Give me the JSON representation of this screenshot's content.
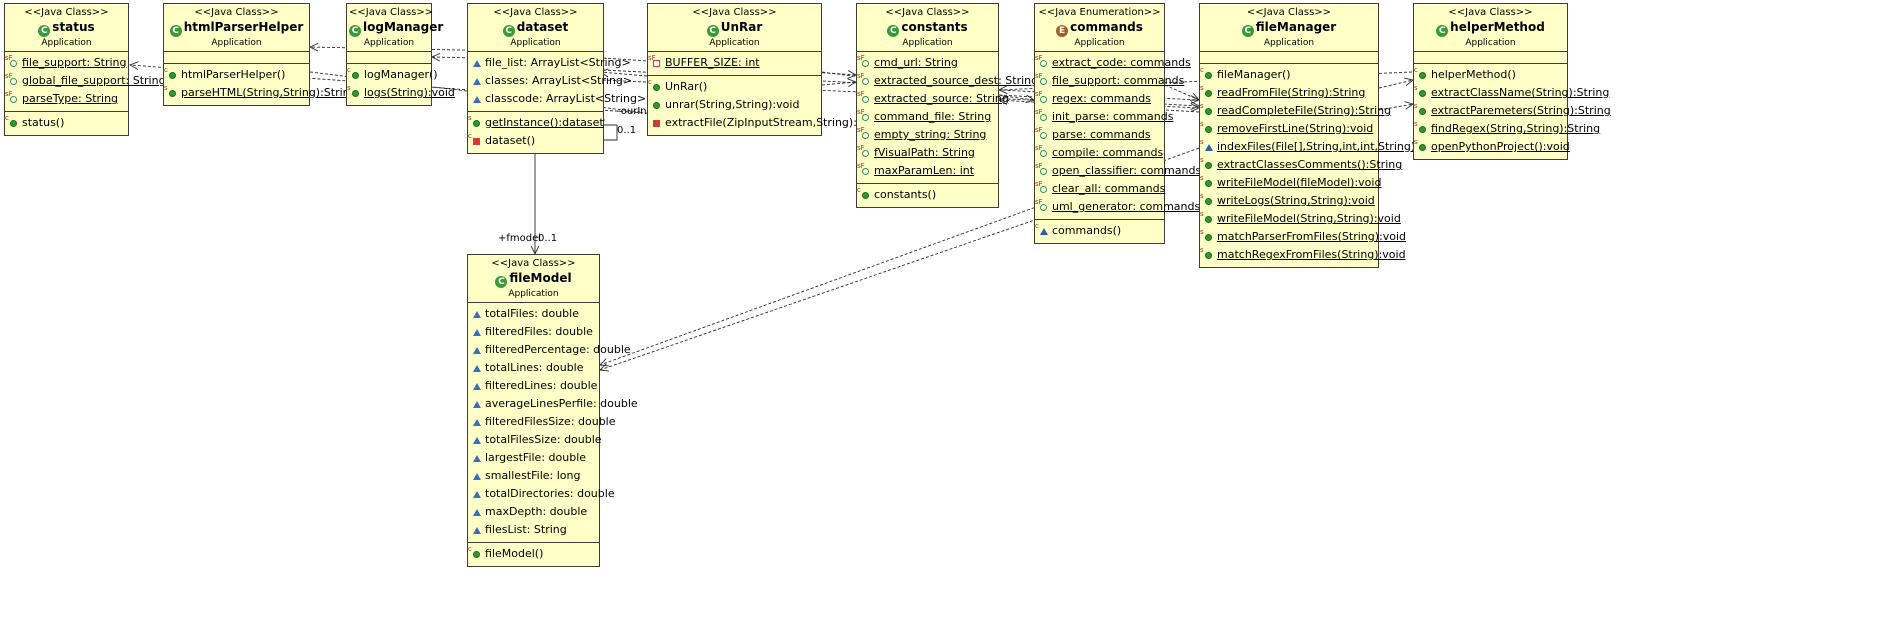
{
  "classes": [
    {
      "id": "status",
      "stereotype": "<<Java Class>>",
      "name": "status",
      "package": "Application",
      "kind": "class",
      "attributes": [
        {
          "icon": "static-field-icon",
          "text": "file_support: String",
          "static": true
        },
        {
          "icon": "static-field-icon",
          "text": "global_file_support: String",
          "static": true
        },
        {
          "icon": "static-field-icon",
          "text": "parseType: String",
          "static": true
        }
      ],
      "operations": [
        {
          "icon": "constructor-icon",
          "text": "status()",
          "static": false
        }
      ]
    },
    {
      "id": "htmlParserHelper",
      "stereotype": "<<Java Class>>",
      "name": "htmlParserHelper",
      "package": "Application",
      "kind": "class",
      "attributes": [],
      "operations": [
        {
          "icon": "constructor-icon",
          "text": "htmlParserHelper()",
          "static": false
        },
        {
          "icon": "static-method-icon",
          "text": "parseHTML(String,String):String",
          "static": true
        }
      ]
    },
    {
      "id": "logManager",
      "stereotype": "<<Java Class>>",
      "name": "logManager",
      "package": "Application",
      "kind": "class",
      "attributes": [],
      "operations": [
        {
          "icon": "constructor-icon",
          "text": "logManager()",
          "static": false
        },
        {
          "icon": "static-method-icon",
          "text": "logs(String):void",
          "static": true
        }
      ]
    },
    {
      "id": "dataset",
      "stereotype": "<<Java Class>>",
      "name": "dataset",
      "package": "Application",
      "kind": "class",
      "attributes": [
        {
          "icon": "package-field-icon",
          "text": "file_list: ArrayList<String>",
          "static": false
        },
        {
          "icon": "package-field-icon",
          "text": "classes: ArrayList<String>",
          "static": false
        },
        {
          "icon": "package-field-icon",
          "text": "classcode: ArrayList<String>",
          "static": false
        }
      ],
      "operations": [
        {
          "icon": "static-method-icon",
          "text": "getInstance():dataset",
          "static": true
        },
        {
          "icon": "private-constructor-icon",
          "text": "dataset()",
          "static": false
        }
      ]
    },
    {
      "id": "UnRar",
      "stereotype": "<<Java Class>>",
      "name": "UnRar",
      "package": "Application",
      "kind": "class",
      "attributes": [
        {
          "icon": "private-static-final-field-icon",
          "text": "BUFFER_SIZE: int",
          "static": true
        }
      ],
      "operations": [
        {
          "icon": "constructor-icon",
          "text": "UnRar()",
          "static": false
        },
        {
          "icon": "public-method-icon",
          "text": "unrar(String,String):void",
          "static": false
        },
        {
          "icon": "private-method-icon",
          "text": "extractFile(ZipInputStream,String):void",
          "static": false
        }
      ]
    },
    {
      "id": "constants",
      "stereotype": "<<Java Class>>",
      "name": "constants",
      "package": "Application",
      "kind": "class",
      "attributes": [
        {
          "icon": "static-field-icon",
          "text": "cmd_url: String",
          "static": true
        },
        {
          "icon": "static-field-icon",
          "text": "extracted_source_dest: String",
          "static": true
        },
        {
          "icon": "static-field-icon",
          "text": "extracted_source: String",
          "static": true
        },
        {
          "icon": "static-field-icon",
          "text": "command_file: String",
          "static": true
        },
        {
          "icon": "static-field-icon",
          "text": "empty_string: String",
          "static": true
        },
        {
          "icon": "static-field-icon",
          "text": "fVisualPath: String",
          "static": true
        },
        {
          "icon": "static-field-icon",
          "text": "maxParamLen: int",
          "static": true
        }
      ],
      "operations": [
        {
          "icon": "constructor-icon",
          "text": "constants()",
          "static": false
        }
      ]
    },
    {
      "id": "commands",
      "stereotype": "<<Java Enumeration>>",
      "name": "commands",
      "package": "Application",
      "kind": "enum",
      "attributes": [
        {
          "icon": "enum-constant-icon",
          "text": "extract_code: commands",
          "static": true
        },
        {
          "icon": "enum-constant-icon",
          "text": "file_support: commands",
          "static": true
        },
        {
          "icon": "enum-constant-icon",
          "text": "regex: commands",
          "static": true
        },
        {
          "icon": "enum-constant-icon",
          "text": "init_parse: commands",
          "static": true
        },
        {
          "icon": "enum-constant-icon",
          "text": "parse: commands",
          "static": true
        },
        {
          "icon": "enum-constant-icon",
          "text": "compile: commands",
          "static": true
        },
        {
          "icon": "enum-constant-icon",
          "text": "open_classifier: commands",
          "static": true
        },
        {
          "icon": "enum-constant-icon",
          "text": "clear_all: commands",
          "static": true
        },
        {
          "icon": "enum-constant-icon",
          "text": "uml_generator: commands",
          "static": true
        }
      ],
      "operations": [
        {
          "icon": "package-constructor-icon",
          "text": "commands()",
          "static": false
        }
      ]
    },
    {
      "id": "fileManager",
      "stereotype": "<<Java Class>>",
      "name": "fileManager",
      "package": "Application",
      "kind": "class",
      "attributes": [],
      "operations": [
        {
          "icon": "constructor-icon",
          "text": "fileManager()",
          "static": false
        },
        {
          "icon": "static-method-icon",
          "text": "readFromFile(String):String",
          "static": true
        },
        {
          "icon": "static-method-icon",
          "text": "readCompleteFile(String):String",
          "static": true
        },
        {
          "icon": "static-method-icon",
          "text": "removeFirstLine(String):void",
          "static": true
        },
        {
          "icon": "package-static-method-icon",
          "text": "indexFiles(File[],String,int,int,String):void",
          "static": true
        },
        {
          "icon": "static-method-icon",
          "text": "extractClassesComments():String",
          "static": true
        },
        {
          "icon": "static-method-icon",
          "text": "writeFileModel(fileModel):void",
          "static": true
        },
        {
          "icon": "static-method-icon",
          "text": "writeLogs(String,String):void",
          "static": true
        },
        {
          "icon": "static-method-icon",
          "text": "writeFileModel(String,String):void",
          "static": true
        },
        {
          "icon": "static-method-icon",
          "text": "matchParserFromFiles(String):void",
          "static": true
        },
        {
          "icon": "static-method-icon",
          "text": "matchRegexFromFiles(String):void",
          "static": true
        }
      ]
    },
    {
      "id": "helperMethod",
      "stereotype": "<<Java Class>>",
      "name": "helperMethod",
      "package": "Application",
      "kind": "class",
      "attributes": [],
      "operations": [
        {
          "icon": "constructor-icon",
          "text": "helperMethod()",
          "static": false
        },
        {
          "icon": "static-method-icon",
          "text": "extractClassName(String):String",
          "static": true
        },
        {
          "icon": "static-method-icon",
          "text": "extractParemeters(String):String",
          "static": true
        },
        {
          "icon": "static-method-icon",
          "text": "findRegex(String,String):String",
          "static": true
        },
        {
          "icon": "static-method-icon",
          "text": "openPythonProject():void",
          "static": true
        }
      ]
    },
    {
      "id": "fileModel",
      "stereotype": "<<Java Class>>",
      "name": "fileModel",
      "package": "Application",
      "kind": "class",
      "attributes": [
        {
          "icon": "package-field-icon",
          "text": "totalFiles: double",
          "static": false
        },
        {
          "icon": "package-field-icon",
          "text": "filteredFiles: double",
          "static": false
        },
        {
          "icon": "package-field-icon",
          "text": "filteredPercentage: double",
          "static": false
        },
        {
          "icon": "package-field-icon",
          "text": "totalLines: double",
          "static": false
        },
        {
          "icon": "package-field-icon",
          "text": "filteredLines: double",
          "static": false
        },
        {
          "icon": "package-field-icon",
          "text": "averageLinesPerfile: double",
          "static": false
        },
        {
          "icon": "package-field-icon",
          "text": "filteredFilesSize: double",
          "static": false
        },
        {
          "icon": "package-field-icon",
          "text": "totalFilesSize: double",
          "static": false
        },
        {
          "icon": "package-field-icon",
          "text": "largestFile: double",
          "static": false
        },
        {
          "icon": "package-field-icon",
          "text": "smallestFile: long",
          "static": false
        },
        {
          "icon": "package-field-icon",
          "text": "totalDirectories: double",
          "static": false
        },
        {
          "icon": "package-field-icon",
          "text": "maxDepth: double",
          "static": false
        },
        {
          "icon": "package-field-icon",
          "text": "filesList: String",
          "static": false
        }
      ],
      "operations": [
        {
          "icon": "constructor-icon",
          "text": "fileModel()",
          "static": false
        }
      ]
    }
  ],
  "associations": {
    "dataset_self": {
      "role": "-ourInstance",
      "multiplicity": "0..1"
    },
    "dataset_fileModel": {
      "role": "+fmodel",
      "multiplicity": "0..1"
    }
  }
}
